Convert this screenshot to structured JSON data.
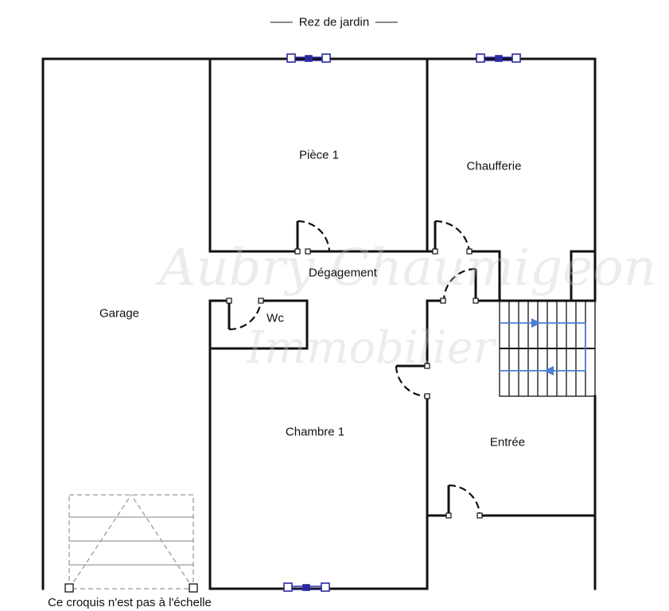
{
  "title": "Rez de jardin",
  "rooms": {
    "piece1": "Pièce 1",
    "chaufferie": "Chaufferie",
    "degagement": "Dégagement",
    "wc": "Wc",
    "garage": "Garage",
    "chambre1": "Chambre 1",
    "entree": "Entrée"
  },
  "note": "Ce croquis n'est pas à l'échelle",
  "watermark": {
    "line1": "Aubry Chaumigeon",
    "line2": "Immobilier"
  },
  "colors": {
    "wall": "#111111",
    "window": "#2a2aa0",
    "stair_arrow": "#4a7fd4",
    "garage_door": "#9a9a9a"
  }
}
